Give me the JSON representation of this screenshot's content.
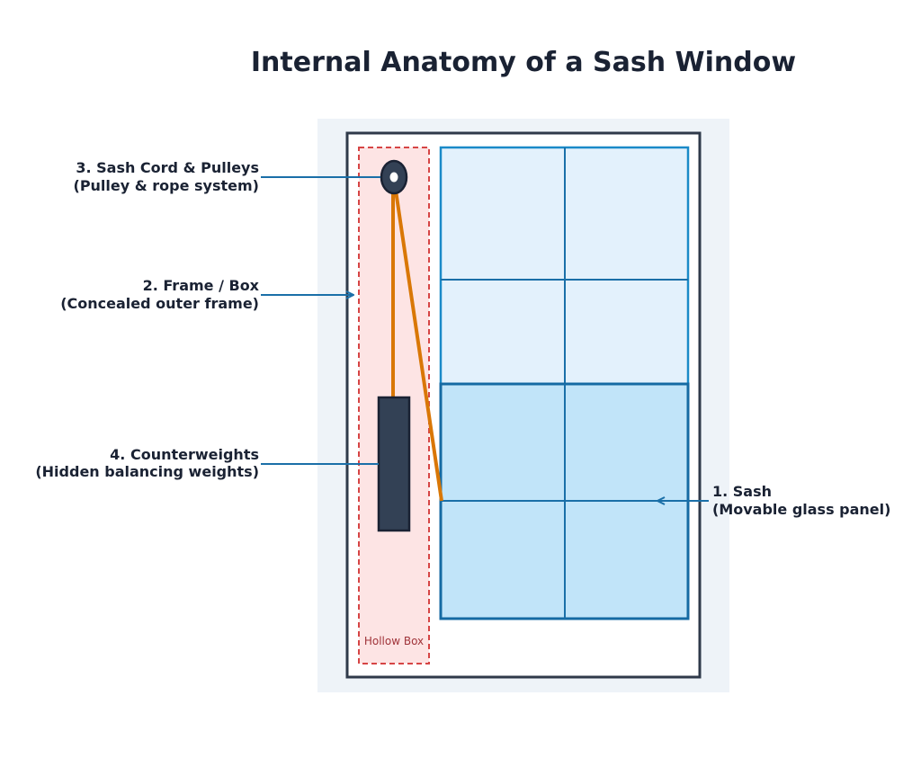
{
  "title": "Internal Anatomy of a Sash Window",
  "hollow_box_label": "Hollow Box",
  "callouts": {
    "sash_cord": {
      "line1": "3. Sash Cord & Pulleys",
      "line2": "(Pulley & rope system)"
    },
    "frame_box": {
      "line1": "2. Frame / Box",
      "line2": "(Concealed outer frame)"
    },
    "counterweights": {
      "line1": "4. Counterweights",
      "line2": "(Hidden balancing weights)"
    },
    "sash": {
      "line1": "1. Sash",
      "line2": "(Movable glass panel)"
    }
  },
  "colors": {
    "frame_outline": "#2f3a4a",
    "backdrop": "#eef3f8",
    "hollow_box_fill": "#fde4e4",
    "hollow_box_border": "#d64545",
    "upper_glass": "#e3f1fc",
    "lower_glass": "#c1e4f9",
    "glass_line": "#1a6fa8",
    "cord": "#d97706",
    "weight": "#334155",
    "arrow": "#1a6fa8"
  }
}
